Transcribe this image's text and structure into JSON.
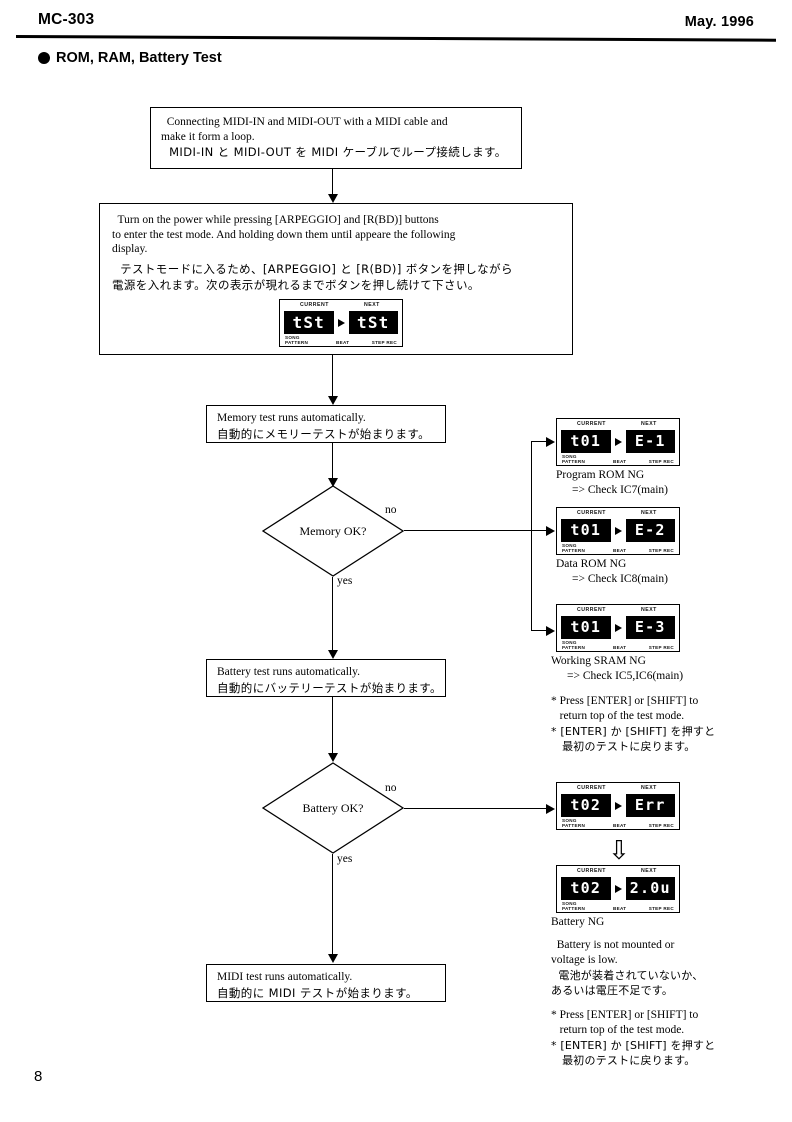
{
  "header": {
    "model": "MC-303",
    "date": "May. 1996",
    "section_title": "ROM, RAM, Battery Test",
    "bullet_icon": "filled-circle-bullet"
  },
  "page_number": "8",
  "flow": {
    "step_midi_loop": {
      "line_en_1": "  Connecting MIDI-IN and MIDI-OUT with a MIDI cable and",
      "line_en_2": "make it form a loop.",
      "line_jp_1": "  MIDI-IN と MIDI-OUT を MIDI ケーブルでループ接続します。"
    },
    "step_test_mode": {
      "line_en_1": "  Turn on the power while pressing [ARPEGGIO] and [R(BD)] buttons",
      "line_en_2": "to enter the test mode. And holding down them until appeare the following",
      "line_en_3": "display.",
      "line_jp_1": "  テストモードに入るため、[ARPEGGIO] と [R(BD)] ボタンを押しながら",
      "line_jp_2": "電源を入れます。次の表示が現れるまでボタンを押し続けて下さい。"
    },
    "step_memory_test": {
      "line_en_1": "Memory test runs automatically.",
      "line_jp_1": "自動的にメモリーテストが始まります。"
    },
    "decision_memory": {
      "label": "Memory OK?",
      "branch_no": "no",
      "branch_yes": "yes"
    },
    "step_battery_test": {
      "line_en_1": "Battery test runs automatically.",
      "line_jp_1": "自動的にバッテリーテストが始まります。"
    },
    "decision_battery": {
      "label": "Battery OK?",
      "branch_no": "no",
      "branch_yes": "yes"
    },
    "step_midi_test": {
      "line_en_1": "MIDI test runs automatically.",
      "line_jp_1": "自動的に MIDI テストが始まります。"
    }
  },
  "lcd_labels": {
    "current": "CURRENT",
    "next": "NEXT",
    "song": "SONG",
    "pattern": "PATTERN",
    "beat": "BEAT",
    "step_rec": "STEP REC"
  },
  "displays": {
    "test_mode": {
      "current": "tSt",
      "next": "tSt"
    },
    "err_e1": {
      "current": "t01",
      "next": "E-1"
    },
    "err_e2": {
      "current": "t01",
      "next": "E-2"
    },
    "err_e3": {
      "current": "t01",
      "next": "E-3"
    },
    "batt_err": {
      "current": "t02",
      "next": "Err"
    },
    "batt_volt": {
      "current": "t02",
      "next": "2.0u"
    }
  },
  "captions": {
    "program_rom_ng": {
      "title": "Program ROM NG",
      "detail": "=> Check IC7(main)"
    },
    "data_rom_ng": {
      "title": "Data ROM NG",
      "detail": "=> Check IC8(main)"
    },
    "working_sram_ng": {
      "title": "Working SRAM NG",
      "detail": "=> Check IC5,IC6(main)"
    },
    "battery_ng": {
      "title": "Battery NG"
    }
  },
  "notes": {
    "return_note_1": {
      "l1": "* Press [ENTER] or [SHIFT] to",
      "l2": "   return top of the test mode.",
      "l3": "* [ENTER] か [SHIFT] を押すと",
      "l4": "   最初のテストに戻ります。"
    },
    "battery_detail": {
      "l1": "  Battery is not mounted or",
      "l2": "voltage is low.",
      "l3": "  電池が装着されていないか、",
      "l4": "あるいは電圧不足です。"
    },
    "return_note_2": {
      "l1": "* Press [ENTER] or [SHIFT] to",
      "l2": "   return top of the test mode.",
      "l3": "* [ENTER] か [SHIFT] を押すと",
      "l4": "   最初のテストに戻ります。"
    }
  },
  "icons": {
    "down_double_arrow": "⇩"
  }
}
